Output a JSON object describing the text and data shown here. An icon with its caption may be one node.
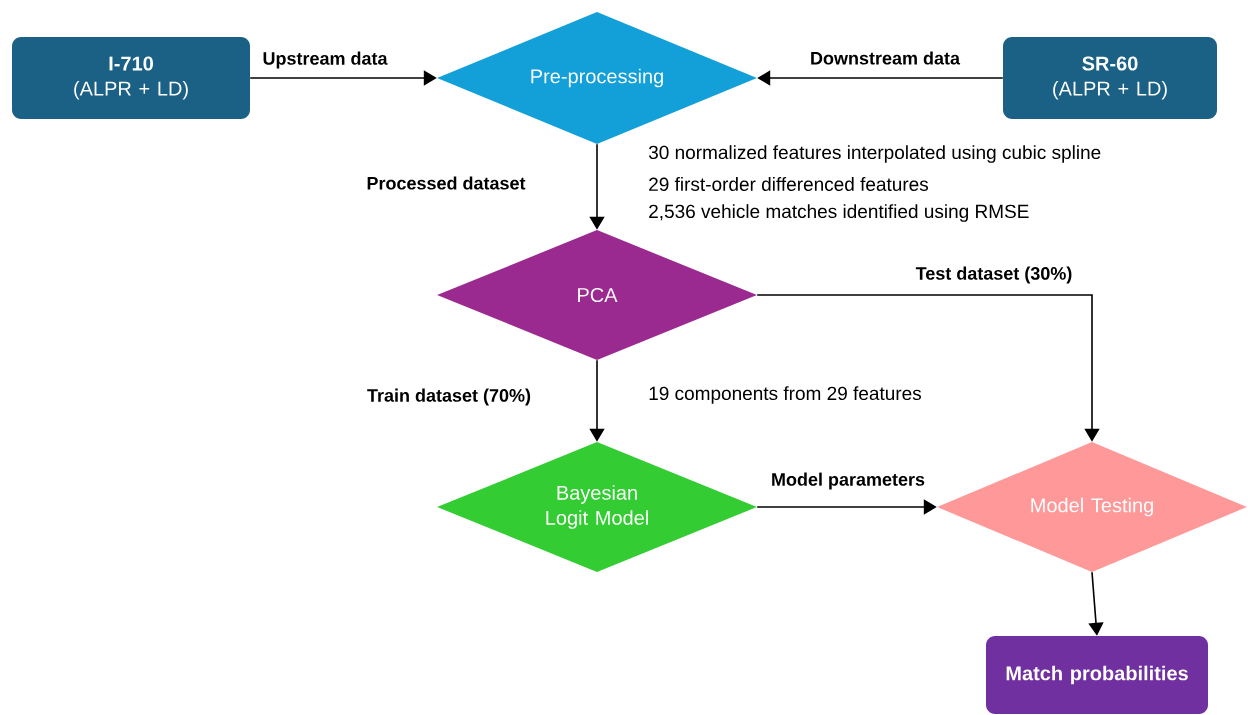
{
  "diagram": {
    "nodes": [
      {
        "text": [
          "I-710",
          "(ALPR + LD)"
        ]
      },
      {
        "text": [
          "Pre-processing"
        ]
      },
      {
        "text": [
          "SR-60",
          "(ALPR + LD)"
        ]
      },
      {
        "text": [
          "PCA"
        ]
      },
      {
        "text": [
          "Bayesian Logit Model"
        ]
      },
      {
        "text": [
          "Model Testing"
        ]
      },
      {
        "text": [
          "Match probabilities"
        ]
      }
    ],
    "edges": [
      {
        "from": 0,
        "to": 1,
        "arrow": "to",
        "label": "Upstream data"
      },
      {
        "from": 2,
        "to": 1,
        "arrow": "to",
        "label": "Downstream data"
      },
      {
        "from": 1,
        "to": 3,
        "arrow": "to",
        "label": "Processed dataset"
      },
      {
        "from": 3,
        "to": 5,
        "arrow": "to",
        "label": "Test dataset (30%)"
      },
      {
        "from": 3,
        "to": 4,
        "arrow": "to",
        "label": "Train dataset (70%)"
      },
      {
        "from": 4,
        "to": 5,
        "arrow": "to",
        "label": "Model parameters"
      },
      {
        "from": 5,
        "to": 6,
        "arrow": "to"
      }
    ],
    "labels": [
      "30 normalized features interpolated using cubic spline",
      "29 first-order differenced features",
      "2,536 vehicle matches identified using RMSE",
      "19 components from 29 features"
    ]
  }
}
